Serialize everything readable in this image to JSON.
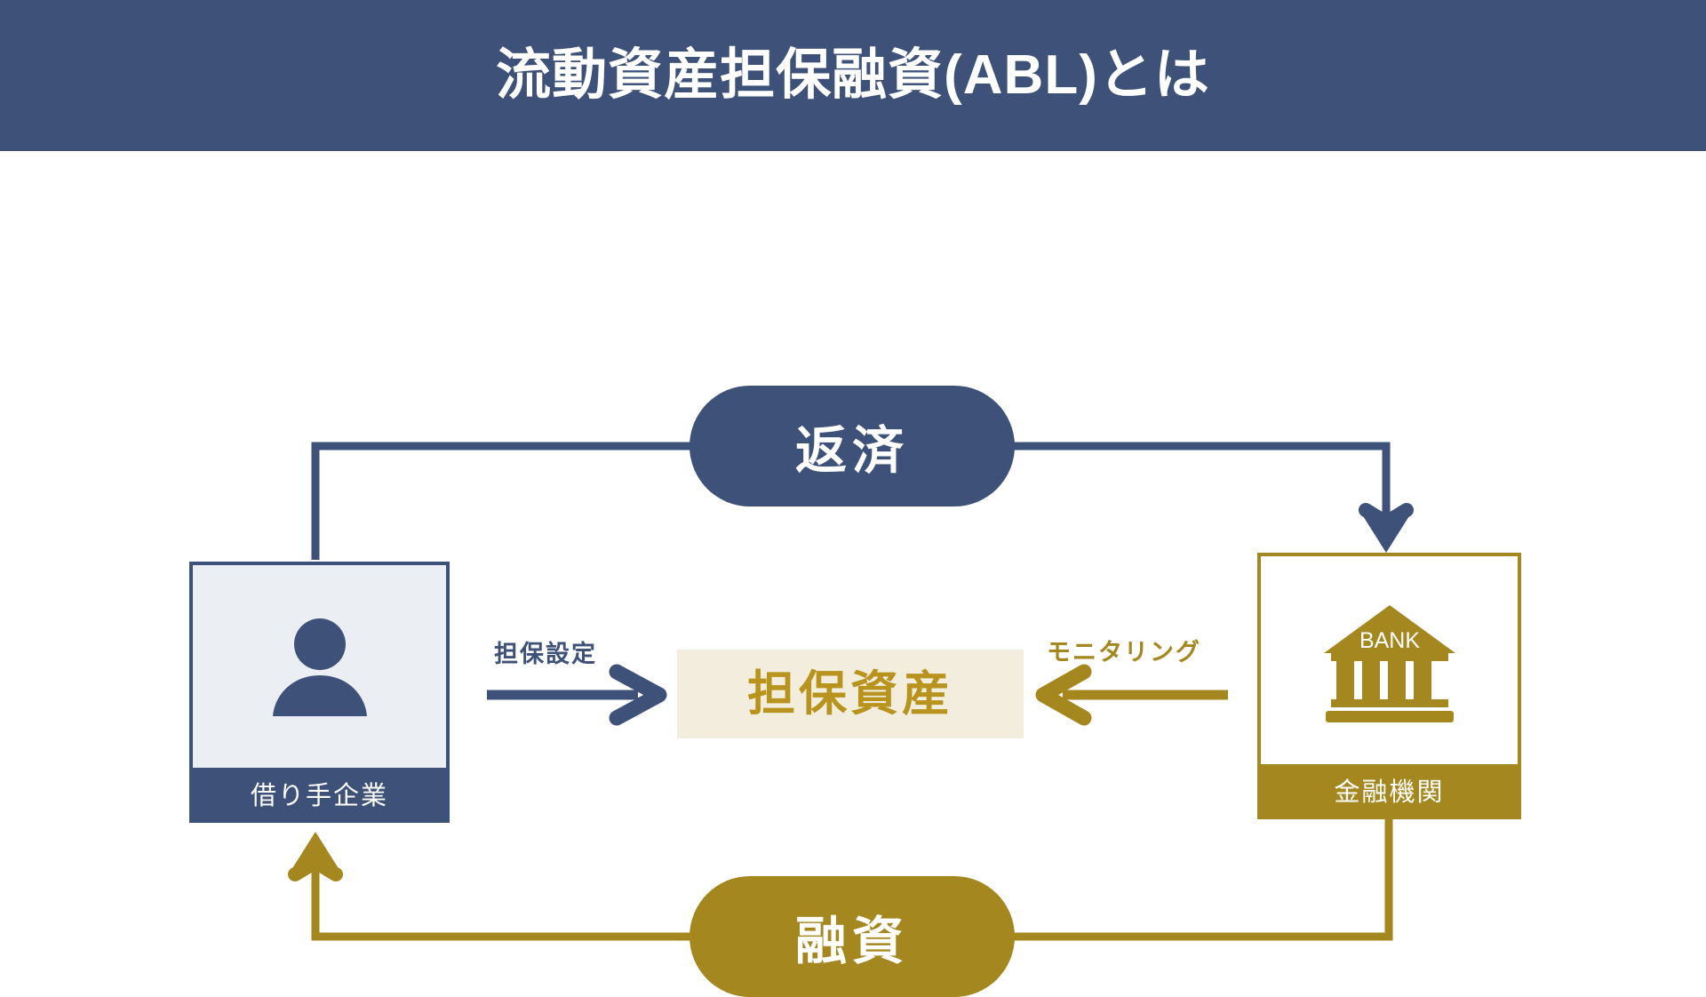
{
  "header": {
    "title": "流動資産担保融資(ABL)とは",
    "background_color": "#3D5179",
    "text_color": "#FFFFFF"
  },
  "palette": {
    "navy": "#3D5179",
    "gold": "#A5871F",
    "gold_text": "#B8941F",
    "cream": "#F2EDDC",
    "pale_blue": "#EBEEF3",
    "white": "#FFFFFF"
  },
  "diagram": {
    "type": "flow-cycle",
    "entities": [
      {
        "id": "borrower",
        "caption": "借り手企業",
        "icon": "person-icon",
        "accent_color": "#3D5179",
        "fill_color": "#EBEEF3",
        "position": "left"
      },
      {
        "id": "financial-institution",
        "caption": "金融機関",
        "icon": "bank-building-icon",
        "icon_text": "BANK",
        "accent_color": "#A5871F",
        "fill_color": "#FFFFFF",
        "position": "right"
      }
    ],
    "center_node": {
      "id": "collateral-asset",
      "label": "担保資産",
      "text_color": "#B8941F",
      "background_color": "#F2EDDC"
    },
    "capsules": [
      {
        "id": "repayment",
        "label": "返済",
        "color": "#3D5179",
        "direction": "borrower-to-financial-institution",
        "position": "top"
      },
      {
        "id": "loan",
        "label": "融資",
        "color": "#A5871F",
        "direction": "financial-institution-to-borrower",
        "position": "bottom"
      }
    ],
    "flows": [
      {
        "id": "collateral-setting",
        "label": "担保設定",
        "color": "#3D5179",
        "direction": "right",
        "from": "borrower",
        "to": "collateral-asset"
      },
      {
        "id": "monitoring",
        "label": "モニタリング",
        "color": "#A5871F",
        "direction": "left",
        "from": "financial-institution",
        "to": "collateral-asset"
      }
    ]
  }
}
